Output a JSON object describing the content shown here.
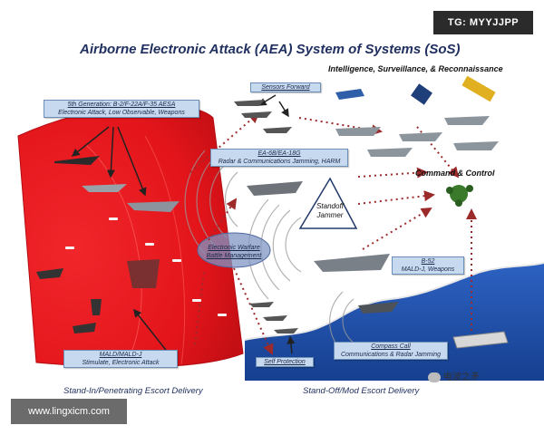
{
  "header": {
    "title": "Airborne Electronic Attack (AEA) System of Systems (SoS)",
    "tag": "TG: MYYJJPP"
  },
  "labels": {
    "isr": "Intelligence, Surveillance, & Reconnaissance",
    "command_control": "Command & Control",
    "standoff_jammer": "Standoff Jammer",
    "ew_battle_mgmt": "Electronic Warfare Battle Management"
  },
  "boxes": {
    "fifth_gen": {
      "title": "5th Generation: B-2/F-22A/F-35 AESA",
      "sub": "Electronic Attack, Low Observable, Weapons"
    },
    "sensors_forward": {
      "title": "Sensors Forward"
    },
    "ea6b": {
      "title": "EA-6B/EA-18G",
      "sub": "Radar & Communications Jamming, HARM"
    },
    "b52": {
      "title": "B-52",
      "sub": "MALD-J, Weapons"
    },
    "mald": {
      "title": "MALD/MALD-J",
      "sub": "Stimulate, Electronic Attack"
    },
    "compass_call": {
      "title": "Compass Call",
      "sub": "Communications & Radar Jamming"
    },
    "self_protection": {
      "title": "Self Protection"
    }
  },
  "captions": {
    "left": "Stand-In/Penetrating Escort Delivery",
    "right": "Stand-Off/Mod Escort Delivery"
  },
  "watermarks": {
    "url": "www.lingxicm.com",
    "wechat": "电波之矛"
  },
  "colors": {
    "threat_zone": "#e8151b",
    "sea": "#1f4fa6",
    "box_fill": "#c7d9ee",
    "link_dotted": "#9c2a2a"
  }
}
